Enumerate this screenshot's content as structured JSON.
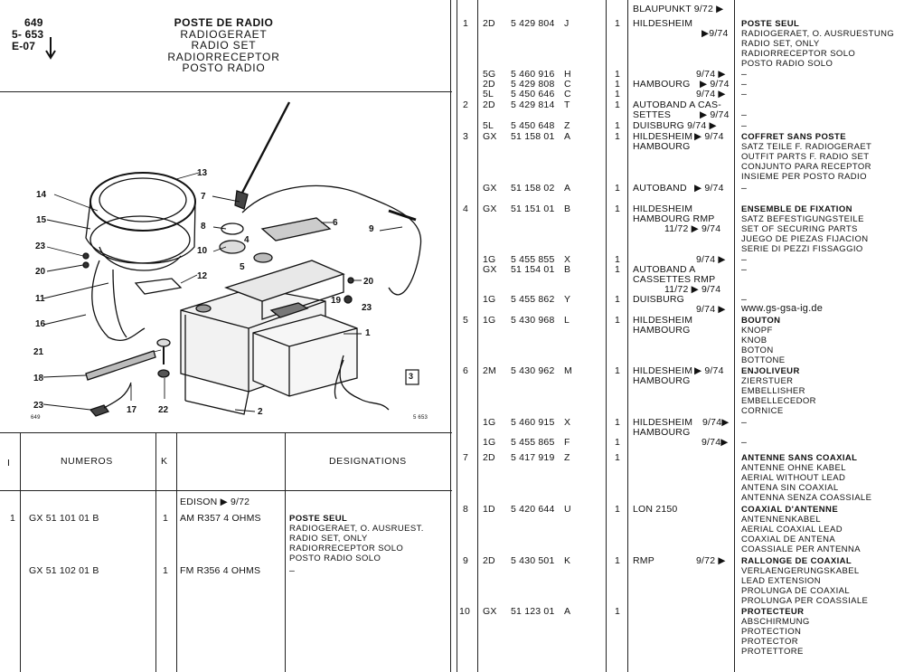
{
  "left": {
    "header": {
      "code1": "649",
      "code2": "5- 653",
      "code3": "E-07",
      "arrow": "down-arrow-icon",
      "titles": [
        "POSTE DE RADIO",
        "RADIOGERAET",
        "RADIO SET",
        "RADIORRECEPTOR",
        "POSTO RADIO"
      ]
    },
    "figure": {
      "callouts": [
        "13",
        "14",
        "15",
        "23",
        "20",
        "11",
        "16",
        "7",
        "8",
        "10",
        "4",
        "5",
        "6",
        "9",
        "12",
        "20",
        "19",
        "23",
        "1",
        "21",
        "18",
        "23",
        "17",
        "22",
        "2"
      ],
      "box_label": "3",
      "corner_left": "649",
      "corner_right": "5 653"
    },
    "table": {
      "columns": {
        "i": "I",
        "numeros": "NUMEROS",
        "k": "K",
        "designations": "DESIGNATIONS"
      },
      "rows": [
        {
          "i": "",
          "num": "",
          "k": "",
          "model": "EDISON ▶ 9/72",
          "desc": []
        },
        {
          "i": "1",
          "num": "GX  51 101  01  B",
          "k": "1",
          "model": "AM R357 4 OHMS",
          "desc": [
            "POSTE SEUL",
            "RADIOGERAET, O. AUSRUEST.",
            "RADIO SET, ONLY",
            "RADIORRECEPTOR SOLO",
            "POSTO RADIO SOLO"
          ]
        },
        {
          "i": "",
          "num": "GX  51 102  01  B",
          "k": "1",
          "model": "FM R356 4 OHMS",
          "desc": [
            "–"
          ]
        }
      ]
    }
  },
  "right": {
    "rows": [
      {
        "i": "",
        "ref": "",
        "num": "",
        "l": "",
        "k": "",
        "model": [
          "BLAUPUNKT 9/72 ▶"
        ],
        "date": "",
        "desc": []
      },
      {
        "i": "1",
        "ref": "2D",
        "num": "5 429 804",
        "l": "J",
        "k": "1",
        "model": [
          "HILDESHEIM",
          "▶9/74"
        ],
        "date": "",
        "desc": [
          "POSTE SEUL",
          "RADIOGERAET, O. AUSRUESTUNG",
          "RADIO SET, ONLY",
          "RADIORRECEPTOR SOLO",
          "POSTO RADIO SOLO"
        ]
      },
      {
        "i": "",
        "ref": "5G",
        "num": "5 460 916",
        "l": "H",
        "k": "1",
        "model": [
          ""
        ],
        "date": "9/74 ▶",
        "desc": [
          "–"
        ]
      },
      {
        "i": "",
        "ref": "2D",
        "num": "5 429 808",
        "l": "C",
        "k": "1",
        "model": [
          "HAMBOURG"
        ],
        "date": "▶ 9/74",
        "desc": [
          "–"
        ]
      },
      {
        "i": "",
        "ref": "5L",
        "num": "5 450 646",
        "l": "C",
        "k": "1",
        "model": [
          ""
        ],
        "date": "9/74 ▶",
        "desc": [
          "–"
        ]
      },
      {
        "i": "2",
        "ref": "2D",
        "num": "5 429 814",
        "l": "T",
        "k": "1",
        "model": [
          "AUTOBAND A CAS-",
          "SETTES"
        ],
        "date": "▶ 9/74",
        "desc": [
          "–"
        ]
      },
      {
        "i": "",
        "ref": "5L",
        "num": "5 450  648",
        "l": "Z",
        "k": "1",
        "model": [
          "DUISBURG  9/74 ▶"
        ],
        "date": "",
        "desc": [
          "–"
        ]
      },
      {
        "i": "3",
        "ref": "GX",
        "num": "51 158  01",
        "l": "A",
        "k": "1",
        "model": [
          "HILDESHEIM",
          "HAMBOURG"
        ],
        "date": "▶ 9/74",
        "desc": [
          "COFFRET SANS POSTE",
          "SATZ TEILE F. RADIOGERAET",
          "OUTFIT PARTS F. RADIO SET",
          "CONJUNTO PARA RECEPTOR",
          "INSIEME PER POSTO RADIO"
        ]
      },
      {
        "i": "",
        "ref": "GX",
        "num": "51 158  02",
        "l": "A",
        "k": "1",
        "model": [
          "AUTOBAND"
        ],
        "date": "▶ 9/74",
        "desc": [
          "–"
        ]
      },
      {
        "i": "4",
        "ref": "GX",
        "num": "51 151  01",
        "l": "B",
        "k": "1",
        "model": [
          "HILDESHEIM",
          "HAMBOURG RMP",
          "11/72  ▶ 9/74"
        ],
        "date": "",
        "desc": [
          "ENSEMBLE DE FIXATION",
          "SATZ BEFESTIGUNGSTEILE",
          "SET OF SECURING PARTS",
          "JUEGO DE PIEZAS FIJACION",
          "SERIE DI PEZZI FISSAGGIO"
        ]
      },
      {
        "i": "",
        "ref": "1G",
        "num": "5 455 855",
        "l": "X",
        "k": "1",
        "model": [
          ""
        ],
        "date": "9/74 ▶",
        "desc": [
          "–"
        ]
      },
      {
        "i": "",
        "ref": "GX",
        "num": "51 154  01",
        "l": "B",
        "k": "1",
        "model": [
          "AUTOBAND A",
          "CASSETTES RMP",
          "11/72  ▶ 9/74"
        ],
        "date": "",
        "desc": [
          "–"
        ]
      },
      {
        "i": "",
        "ref": "1G",
        "num": "5 455 862",
        "l": "Y",
        "k": "1",
        "model": [
          "DUISBURG"
        ],
        "date": "",
        "desc": [
          "–"
        ]
      },
      {
        "i": "",
        "ref": "",
        "num": "",
        "l": "",
        "k": "",
        "model": [
          ""
        ],
        "date": "9/74 ▶",
        "desc": [
          "www.gs-gsa-ig.de"
        ]
      },
      {
        "i": "5",
        "ref": "1G",
        "num": "5 430 968",
        "l": "L",
        "k": "1",
        "model": [
          "HILDESHEIM",
          "HAMBOURG"
        ],
        "date": "",
        "desc": [
          "BOUTON",
          "KNOPF",
          "KNOB",
          "BOTON",
          "BOTTONE"
        ]
      },
      {
        "i": "6",
        "ref": "2M",
        "num": "5 430 962",
        "l": "M",
        "k": "1",
        "model": [
          "HILDESHEIM",
          "HAMBOURG"
        ],
        "date": "▶ 9/74",
        "desc": [
          "ENJOLIVEUR",
          "ZIERSTUER",
          "EMBELLISHER",
          "EMBELLECEDOR",
          "CORNICE"
        ]
      },
      {
        "i": "",
        "ref": "1G",
        "num": "5 460 915",
        "l": "X",
        "k": "1",
        "model": [
          "HILDESHEIM",
          "HAMBOURG"
        ],
        "date": "9/74▶",
        "desc": [
          "–"
        ]
      },
      {
        "i": "",
        "ref": "1G",
        "num": "5 455 865",
        "l": "F",
        "k": "1",
        "model": [
          ""
        ],
        "date": "9/74▶",
        "desc": [
          "–"
        ]
      },
      {
        "i": "7",
        "ref": "2D",
        "num": "5 417 919",
        "l": "Z",
        "k": "1",
        "model": [
          ""
        ],
        "date": "",
        "desc": [
          "ANTENNE SANS COAXIAL",
          "ANTENNE OHNE KABEL",
          "AERIAL WITHOUT LEAD",
          "ANTENA SIN COAXIAL",
          "ANTENNA SENZA COASSIALE"
        ]
      },
      {
        "i": "8",
        "ref": "1D",
        "num": "5 420 644",
        "l": "U",
        "k": "1",
        "model": [
          "LON 2150"
        ],
        "date": "",
        "desc": [
          "COAXIAL D'ANTENNE",
          "ANTENNENKABEL",
          "AERIAL COAXIAL LEAD",
          "COAXIAL DE ANTENA",
          "COASSIALE PER ANTENNA"
        ]
      },
      {
        "i": "9",
        "ref": "2D",
        "num": "5 430 501",
        "l": "K",
        "k": "1",
        "model": [
          "RMP"
        ],
        "date": "9/72 ▶",
        "desc": [
          "RALLONGE DE COAXIAL",
          "VERLAENGERUNGSKABEL",
          "LEAD EXTENSION",
          "PROLUNGA DE COAXIAL",
          "PROLUNGA PER COASSIALE"
        ]
      },
      {
        "i": "10",
        "ref": "GX",
        "num": "51 123  01",
        "l": "A",
        "k": "1",
        "model": [
          ""
        ],
        "date": "",
        "desc": [
          "PROTECTEUR",
          "ABSCHIRMUNG",
          "PROTECTION",
          "PROTECTOR",
          "PROTETTORE"
        ]
      }
    ]
  }
}
